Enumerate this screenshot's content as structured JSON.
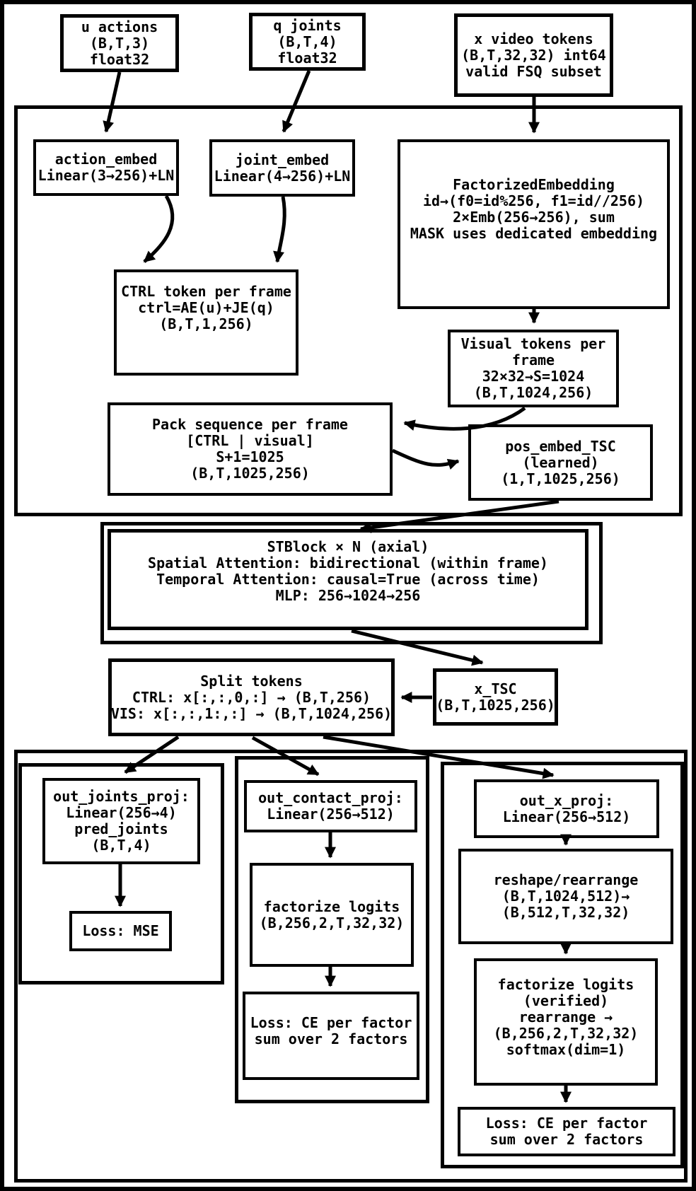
{
  "colors": {
    "ink": "#000000",
    "paper": "#ffffff"
  },
  "nodes": {
    "u_actions": {
      "lines": [
        "u actions",
        "(B,T,3)",
        "float32"
      ]
    },
    "q_joints": {
      "lines": [
        "q joints",
        "(B,T,4)",
        "float32"
      ]
    },
    "x_video_tokens": {
      "lines": [
        "x video tokens",
        "(B,T,32,32) int64",
        "valid FSQ subset"
      ]
    },
    "action_embed": {
      "lines": [
        "action_embed",
        "Linear(3→256)+LN"
      ]
    },
    "joint_embed": {
      "lines": [
        "joint_embed",
        "Linear(4→256)+LN"
      ]
    },
    "factorized_embedding": {
      "lines": [
        "FactorizedEmbedding",
        "id→(f0=id%256, f1=id//256)",
        "2×Emb(256→256), sum",
        "MASK uses dedicated embedding"
      ]
    },
    "ctrl_token": {
      "lines": [
        "CTRL token per frame",
        "ctrl=AE(u)+JE(q)",
        "(B,T,1,256)"
      ]
    },
    "visual_tokens": {
      "lines": [
        "Visual tokens per",
        "frame",
        "32×32→S=1024",
        "(B,T,1024,256)"
      ]
    },
    "pack_sequence": {
      "lines": [
        "Pack sequence per frame",
        "[CTRL | visual]",
        "S+1=1025",
        "(B,T,1025,256)"
      ]
    },
    "pos_embed": {
      "lines": [
        "pos_embed_TSC",
        "(learned)",
        "(1,T,1025,256)"
      ]
    },
    "stblock": {
      "lines": [
        "STBlock × N (axial)",
        "Spatial Attention: bidirectional (within frame)",
        "Temporal Attention: causal=True (across time)",
        "MLP: 256→1024→256"
      ]
    },
    "split_tokens": {
      "lines": [
        "Split tokens",
        "CTRL: x[:,:,0,:] → (B,T,256)",
        "VIS: x[:,:,1:,:] → (B,T,1024,256)"
      ]
    },
    "x_tsc": {
      "lines": [
        "x_TSC",
        "(B,T,1025,256)"
      ]
    },
    "out_joints_proj": {
      "lines": [
        "out_joints_proj:",
        "Linear(256→4)",
        "pred_joints",
        "(B,T,4)"
      ]
    },
    "loss_mse": {
      "lines": [
        "Loss: MSE"
      ]
    },
    "out_contact_proj": {
      "lines": [
        "out_contact_proj:",
        "Linear(256→512)"
      ]
    },
    "factorize_contact": {
      "lines": [
        "factorize logits",
        "(B,256,2,T,32,32)"
      ]
    },
    "loss_ce_contact": {
      "lines": [
        "Loss: CE per factor",
        "sum over 2 factors"
      ]
    },
    "out_x_proj": {
      "lines": [
        "out_x_proj:",
        "Linear(256→512)"
      ]
    },
    "reshape_rearrange": {
      "lines": [
        "reshape/rearrange",
        "(B,T,1024,512)→",
        "(B,512,T,32,32)"
      ]
    },
    "factorize_x": {
      "lines": [
        "factorize logits",
        "(verified)",
        "rearrange →",
        "(B,256,2,T,32,32)",
        "softmax(dim=1)"
      ]
    },
    "loss_ce_x": {
      "lines": [
        "Loss: CE per factor",
        "sum over 2 factors"
      ]
    }
  }
}
